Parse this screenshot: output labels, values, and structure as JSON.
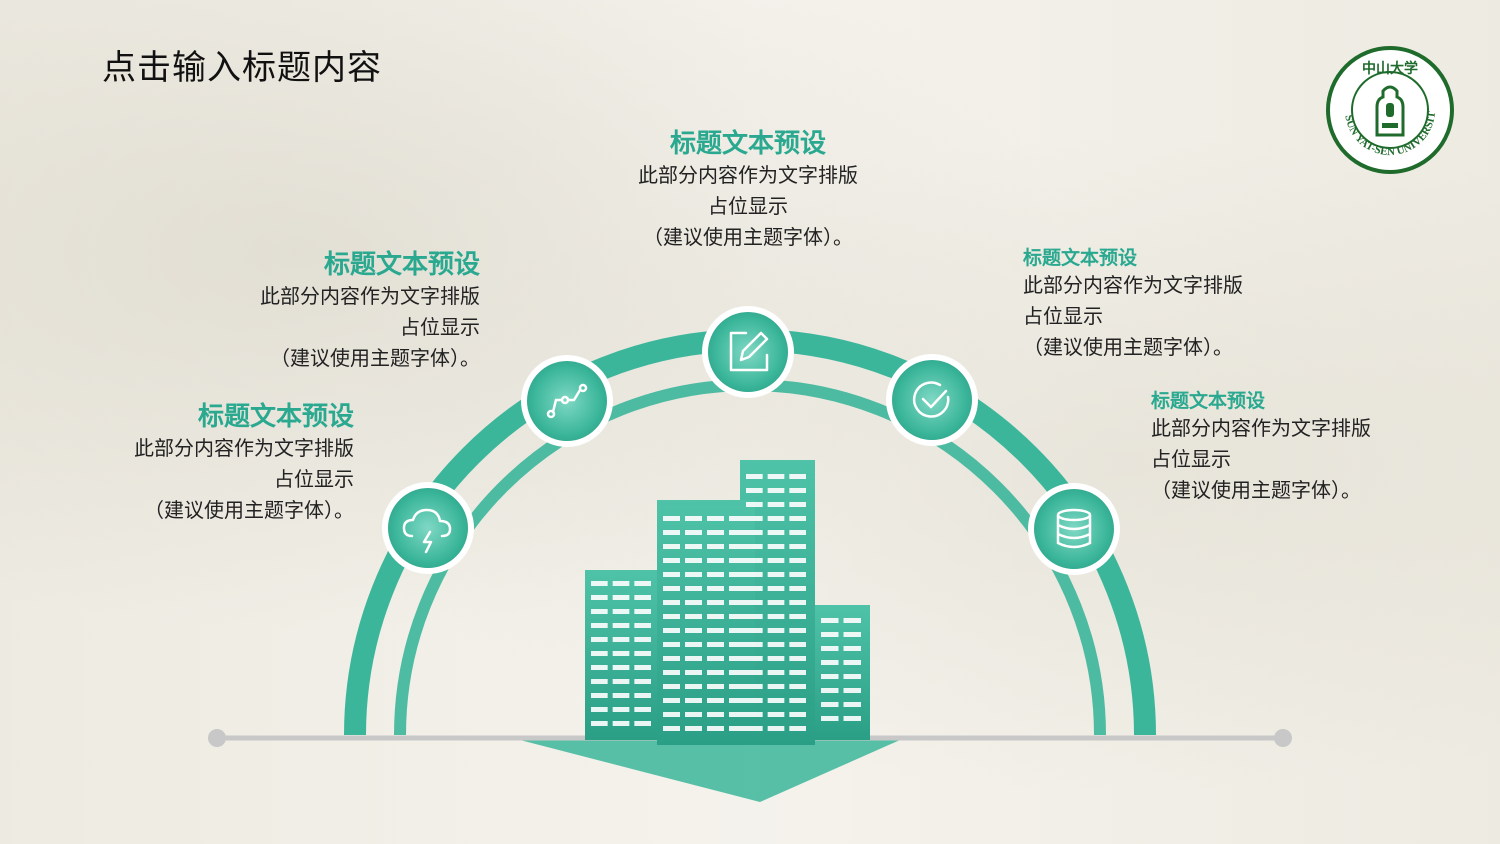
{
  "slide": {
    "title": "点击输入标题内容"
  },
  "logo": {
    "name_cn": "中山大学",
    "name_en": "SUN YAT-SEN UNIVERSITY",
    "color": "#1f6b2c"
  },
  "accent_color": "#2aa990",
  "items": [
    {
      "heading": "标题文本预设",
      "line1": "此部分内容作为文字排版",
      "line2": "占位显示",
      "line3": "（建议使用主题字体）。",
      "icon": "cloud-lightning-icon"
    },
    {
      "heading": "标题文本预设",
      "line1": "此部分内容作为文字排版",
      "line2": "占位显示",
      "line3": "（建议使用主题字体）。",
      "icon": "chart-line-icon"
    },
    {
      "heading": "标题文本预设",
      "line1": "此部分内容作为文字排版",
      "line2": "占位显示",
      "line3": "（建议使用主题字体）。",
      "icon": "edit-icon"
    },
    {
      "heading": "标题文本预设",
      "line1": "此部分内容作为文字排版",
      "line2": "占位显示",
      "line3": "（建议使用主题字体）。",
      "icon": "check-circle-icon"
    },
    {
      "heading": "标题文本预设",
      "line1": "此部分内容作为文字排版",
      "line2": "占位显示",
      "line3": "（建议使用主题字体）。",
      "icon": "database-icon"
    }
  ]
}
